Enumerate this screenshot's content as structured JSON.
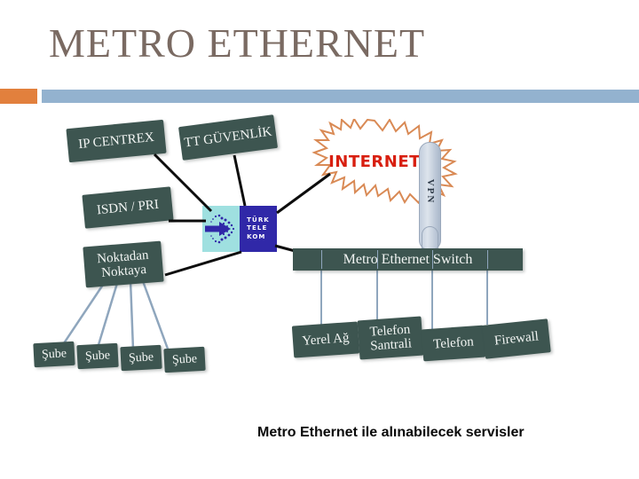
{
  "slide": {
    "title": "METRO ETHERNET",
    "caption": "Metro Ethernet ile alınabilecek servisler",
    "accent_orange": "#e2803d",
    "accent_blue": "#93b2cf",
    "title_color": "#7a6a62",
    "box_fill": "#3d5550",
    "connector_dark": "#0d0d0d",
    "connector_light": "#8fa6bd"
  },
  "diagram": {
    "central_node": {
      "name": "TÜRK TELEKOM",
      "wordmark_lines": [
        "TÜRK",
        "TELE",
        "KOM"
      ],
      "panel_left_color": "#9fe0e0",
      "panel_right_color": "#3028a8"
    },
    "internet": {
      "label": "INTERNET",
      "text_color": "#d81f10",
      "burst_outline_color": "#d98a55"
    },
    "vpn": {
      "label": "VPN"
    },
    "switch": {
      "label": "Metro Ethernet Switch",
      "port_count": 4
    },
    "service_boxes": [
      {
        "label": "IP CENTREX"
      },
      {
        "label": "TT GÜVENLİK"
      },
      {
        "label": "ISDN / PRI"
      },
      {
        "label": "Noktadan Noktaya"
      }
    ],
    "branch_boxes": [
      {
        "label": "Şube"
      },
      {
        "label": "Şube"
      },
      {
        "label": "Şube"
      },
      {
        "label": "Şube"
      }
    ],
    "switch_clients": [
      {
        "label": "Yerel Ağ"
      },
      {
        "label": "Telefon Santrali"
      },
      {
        "label": "Telefon"
      },
      {
        "label": "Firewall"
      }
    ]
  }
}
